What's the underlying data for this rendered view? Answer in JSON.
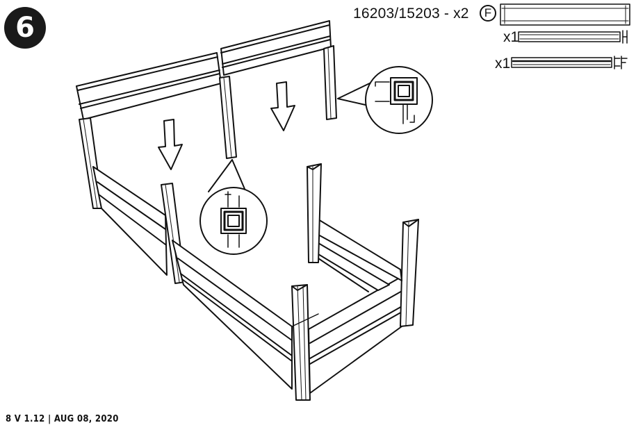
{
  "step": {
    "number": "6"
  },
  "parts": {
    "code": "16203/15203 - x2",
    "letter": "F",
    "qty_1": "x1",
    "qty_2": "x1"
  },
  "footer": {
    "text": "8  V 1.12 | AUG 08, 2020"
  },
  "icons": [
    "down-arrow-icon",
    "magnifier-detail-icon",
    "board-part-icon"
  ]
}
